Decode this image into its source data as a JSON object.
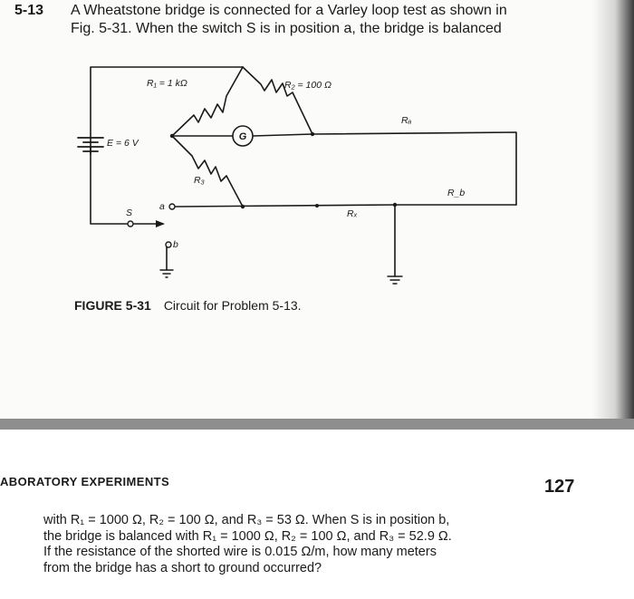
{
  "problem": {
    "number": "5-13",
    "line1": "A Wheatstone bridge is connected for a Varley loop test as shown in",
    "line2": "Fig. 5-31. When the switch S is in position a, the bridge is balanced"
  },
  "circuit": {
    "labels": {
      "r1": "R₁ = 1 kΩ",
      "r2": "R₂ = 100 Ω",
      "r3": "R₃",
      "e": "E = 6 V",
      "galvanometer": "G",
      "ra": "Rₐ",
      "rb": "R_b",
      "rx": "Rₓ",
      "switch": "S",
      "pos_a": "a",
      "pos_b": "b"
    }
  },
  "figure": {
    "number": "FIGURE 5-31",
    "title": "Circuit for Problem 5-13."
  },
  "page": {
    "section_header": "ABORATORY EXPERIMENTS",
    "number": "127"
  },
  "continuation": {
    "lines": [
      "with R₁ = 1000 Ω, R₂ = 100 Ω, and R₃ = 53 Ω. When S is in position b,",
      "the bridge is balanced with R₁ = 1000 Ω, R₂ = 100 Ω, and R₃ = 52.9 Ω.",
      "If the resistance of the shorted wire is 0.015 Ω/m, how many meters",
      "from the bridge has a short to ground occurred?"
    ]
  }
}
